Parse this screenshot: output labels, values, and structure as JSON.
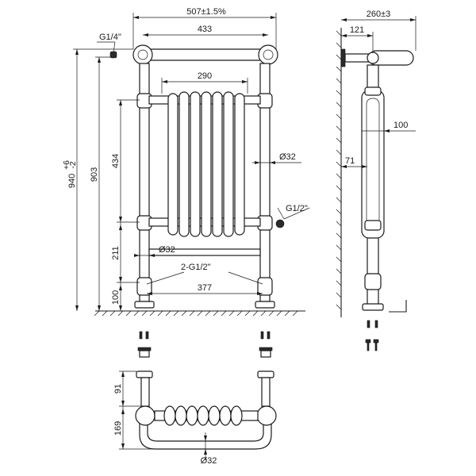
{
  "front": {
    "width_overall": "507±1.5%",
    "width_rails": "433",
    "inlet_thread": "G1/4\"",
    "column_width": "290",
    "height_overall": "940",
    "height_tol_plus": "+6",
    "height_tol_minus": "-2",
    "height_to_top": "903",
    "column_height": "434",
    "rail_diameter": "Ø32",
    "side_thread": "G1/2\"",
    "bottom_rail_diameter": "Ø32",
    "leg_height": "211",
    "valve_thread": "2-G1/2\"",
    "valve_centres": "377",
    "floor_height": "100"
  },
  "side": {
    "depth_overall": "260±3",
    "depth_to_bar": "121",
    "bar_projection": "100",
    "wall_to_centre": "71"
  },
  "bottom": {
    "leg_length": "91",
    "depth": "169",
    "rail_diameter": "Ø32"
  }
}
